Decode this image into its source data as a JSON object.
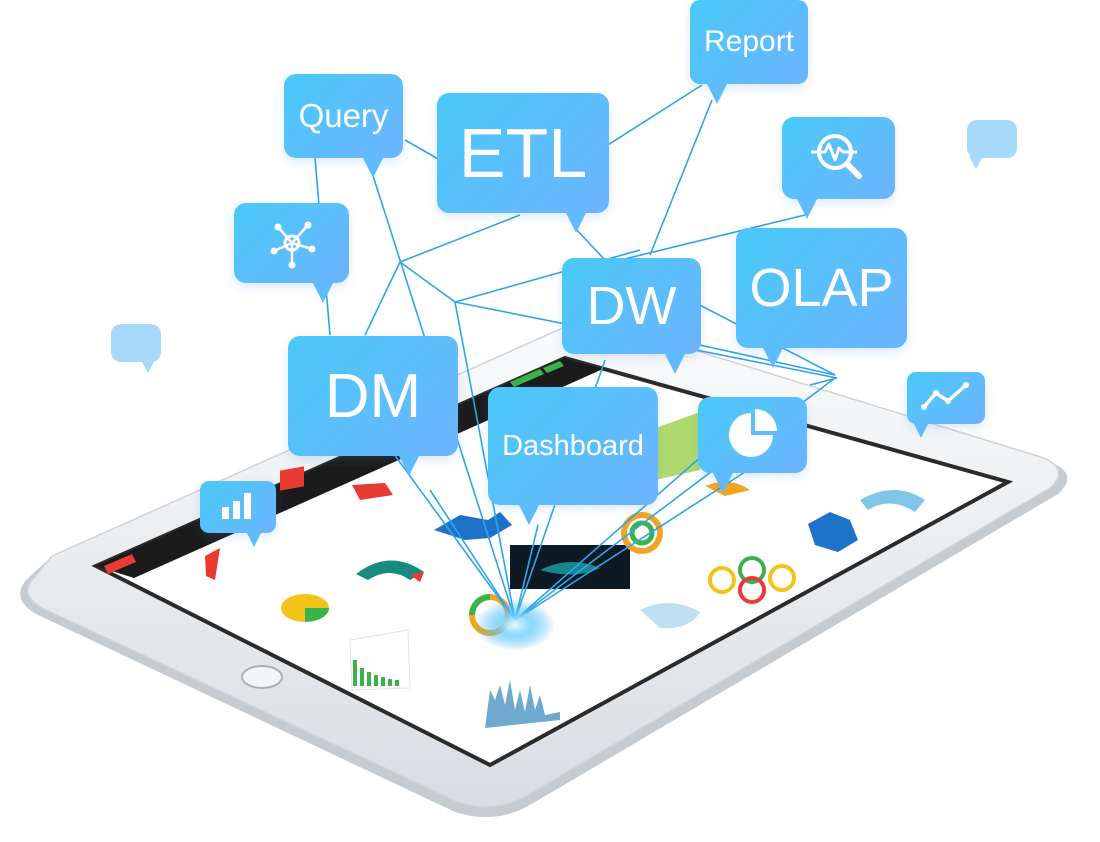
{
  "bubbles": {
    "report": "Report",
    "query": "Query",
    "etl": "ETL",
    "dw": "DW",
    "olap": "OLAP",
    "dm": "DM",
    "dashboard": "Dashboard"
  },
  "icons": {
    "analysis": "magnifier-pulse-icon",
    "network": "network-nodes-icon",
    "trend": "line-trend-icon",
    "pie": "pie-chart-icon",
    "bars": "bar-chart-icon"
  },
  "colors": {
    "bubble_start": "#49c9f7",
    "bubble_end": "#6db4ff",
    "deco_bubble": "#a6d9fb",
    "link_line": "#2fa4ee",
    "tablet_frame": "#eef0f2",
    "screen_bar": "#1b1b1b",
    "brand_red": "#e73b34"
  }
}
